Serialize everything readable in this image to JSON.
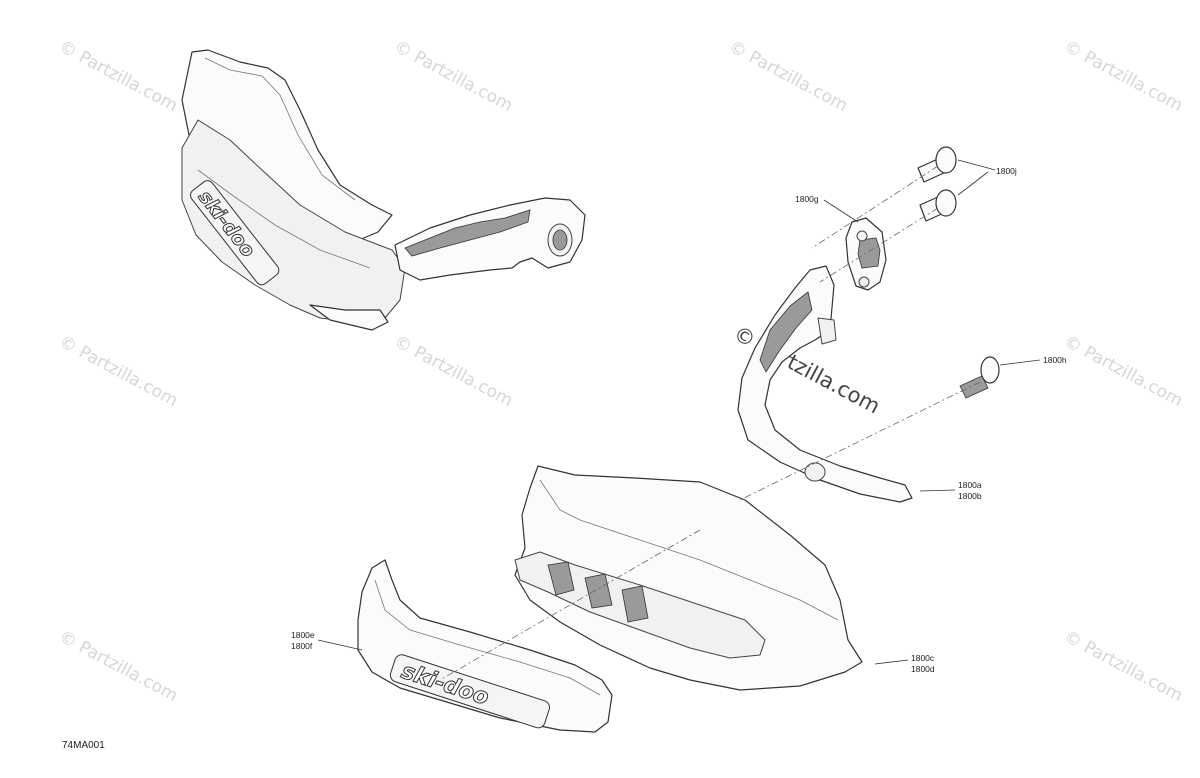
{
  "diagram": {
    "figure_code": "74MA001",
    "watermark_text": "© Partzilla.com",
    "callouts": {
      "j": "1800j",
      "g": "1800g",
      "h": "1800h",
      "a": "1800a",
      "b": "1800b",
      "c": "1800c",
      "d": "1800d",
      "e": "1800e",
      "f": "1800f"
    },
    "parts": {
      "brand_logo_text": "ski-doo"
    }
  }
}
